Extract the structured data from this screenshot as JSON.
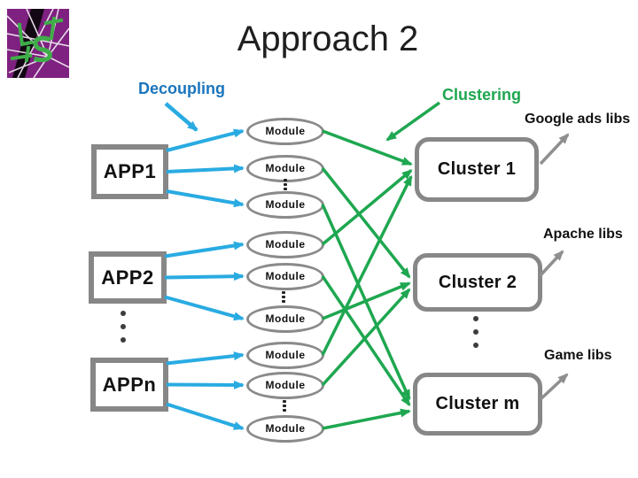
{
  "slide": {
    "title": "Approach 2"
  },
  "labels": {
    "decoupling": "Decoupling",
    "clustering": "Clustering"
  },
  "apps": [
    {
      "id": "app1",
      "label": "APP1"
    },
    {
      "id": "app2",
      "label": "APP2"
    },
    {
      "id": "appn",
      "label": "APPn"
    }
  ],
  "modules": [
    {
      "id": "m1",
      "label": "Module",
      "app": "app1",
      "cluster": "c1"
    },
    {
      "id": "m2",
      "label": "Module",
      "app": "app1",
      "cluster": "c2"
    },
    {
      "id": "m3",
      "label": "Module",
      "app": "app1",
      "cluster": "cm"
    },
    {
      "id": "m4",
      "label": "Module",
      "app": "app2",
      "cluster": "c1"
    },
    {
      "id": "m5",
      "label": "Module",
      "app": "app2",
      "cluster": "cm"
    },
    {
      "id": "m6",
      "label": "Module",
      "app": "app2",
      "cluster": "c2"
    },
    {
      "id": "m7",
      "label": "Module",
      "app": "appn",
      "cluster": "c1"
    },
    {
      "id": "m8",
      "label": "Module",
      "app": "appn",
      "cluster": "c2"
    },
    {
      "id": "m9",
      "label": "Module",
      "app": "appn",
      "cluster": "cm"
    }
  ],
  "clusters": [
    {
      "id": "c1",
      "label": "Cluster 1",
      "lib": "lib1"
    },
    {
      "id": "c2",
      "label": "Cluster 2",
      "lib": "lib2"
    },
    {
      "id": "cm",
      "label": "Cluster m",
      "lib": "lib3"
    }
  ],
  "libs": [
    {
      "id": "lib1",
      "label": "Google ads libs"
    },
    {
      "id": "lib2",
      "label": "Apache libs"
    },
    {
      "id": "lib3",
      "label": "Game libs"
    }
  ],
  "colors": {
    "decoupling_text": "#1b75bc",
    "clustering_text": "#1ea750",
    "app_module_arrow": "#29abe2",
    "module_cluster_arrow": "#1ea750",
    "lib_arrow": "#8f8f8f",
    "shape_border": "#878787",
    "text": "#111111",
    "logo_purple": "#7e2180",
    "logo_green": "#3fae49"
  }
}
